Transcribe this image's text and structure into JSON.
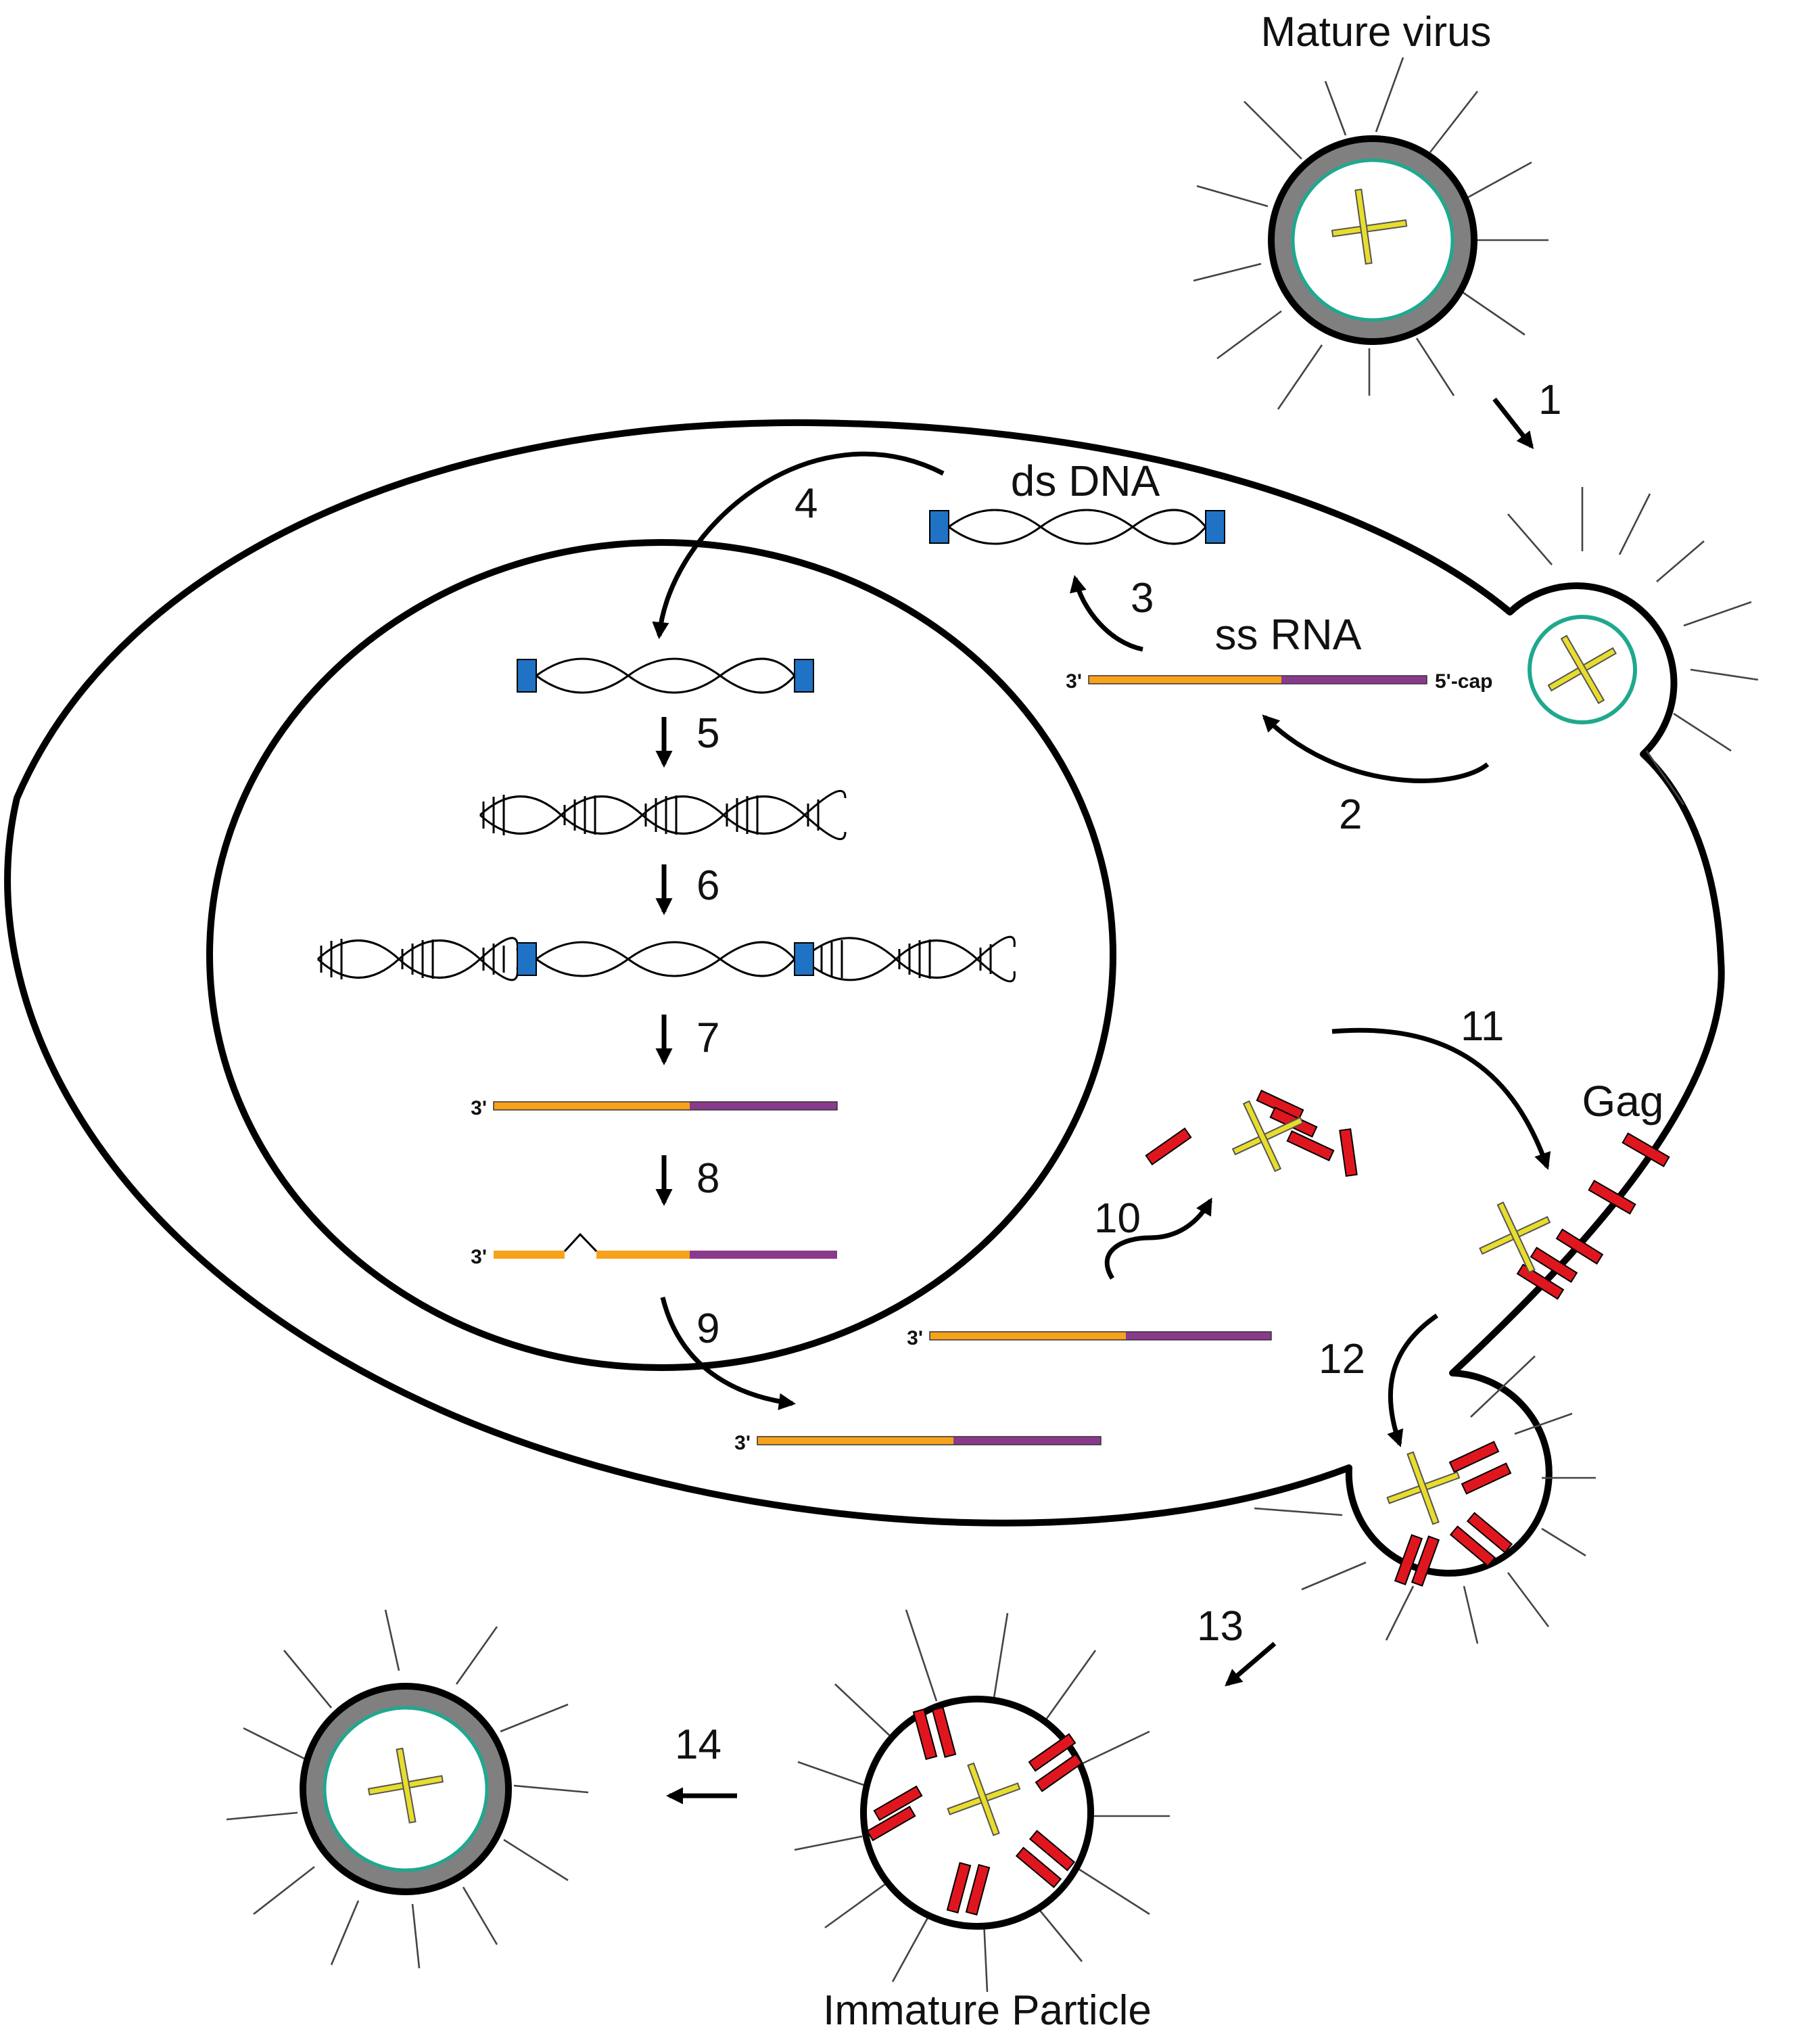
{
  "title_top": "Mature virus",
  "title_bottom": "Immature Particle",
  "labels": {
    "ds_dna": "ds DNA",
    "ss_rna": "ss RNA",
    "gag": "Gag",
    "five_cap": "5'-cap",
    "three_prime": "3'"
  },
  "steps": [
    "1",
    "2",
    "3",
    "4",
    "5",
    "6",
    "7",
    "8",
    "9",
    "10",
    "11",
    "12",
    "13",
    "14"
  ],
  "colors": {
    "rna_orange": "#f7a21b",
    "rna_purple": "#8a3a8c",
    "ltr_blue": "#1f72c4",
    "gag_red": "#e0161f",
    "capsid_yellow": "#e8dd2c",
    "envelope_teal": "#1fa88e",
    "shell_gray": "#808080"
  }
}
